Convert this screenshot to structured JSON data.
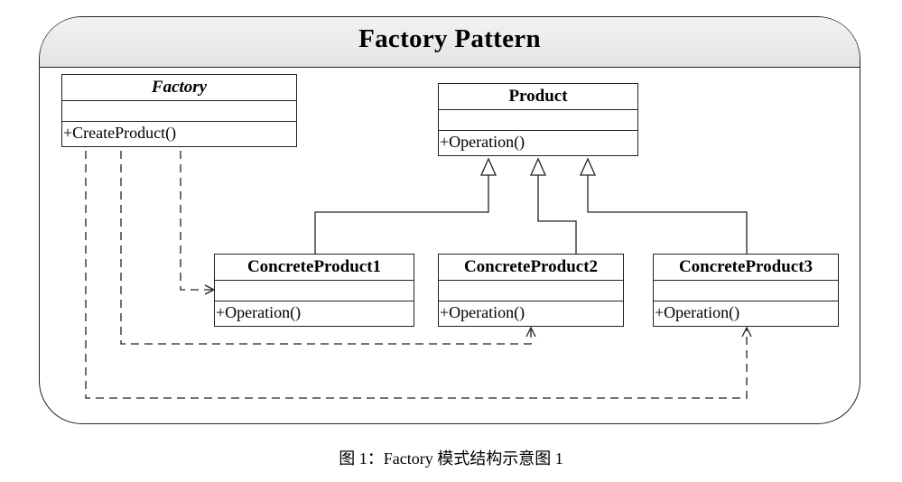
{
  "diagram": {
    "title": "Factory Pattern",
    "caption": "图 1：Factory 模式结构示意图 1",
    "factory": {
      "name": "Factory",
      "operation": "+CreateProduct()"
    },
    "product": {
      "name": "Product",
      "operation": "+Operation()"
    },
    "concrete_products": [
      {
        "name": "ConcreteProduct1",
        "operation": "+Operation()"
      },
      {
        "name": "ConcreteProduct2",
        "operation": "+Operation()"
      },
      {
        "name": "ConcreteProduct3",
        "operation": "+Operation()"
      }
    ],
    "relations": [
      {
        "type": "generalization",
        "from": "ConcreteProduct1",
        "to": "Product"
      },
      {
        "type": "generalization",
        "from": "ConcreteProduct2",
        "to": "Product"
      },
      {
        "type": "generalization",
        "from": "ConcreteProduct3",
        "to": "Product"
      },
      {
        "type": "dependency",
        "from": "Factory",
        "to": "ConcreteProduct1"
      },
      {
        "type": "dependency",
        "from": "Factory",
        "to": "ConcreteProduct2"
      },
      {
        "type": "dependency",
        "from": "Factory",
        "to": "ConcreteProduct3"
      }
    ]
  }
}
